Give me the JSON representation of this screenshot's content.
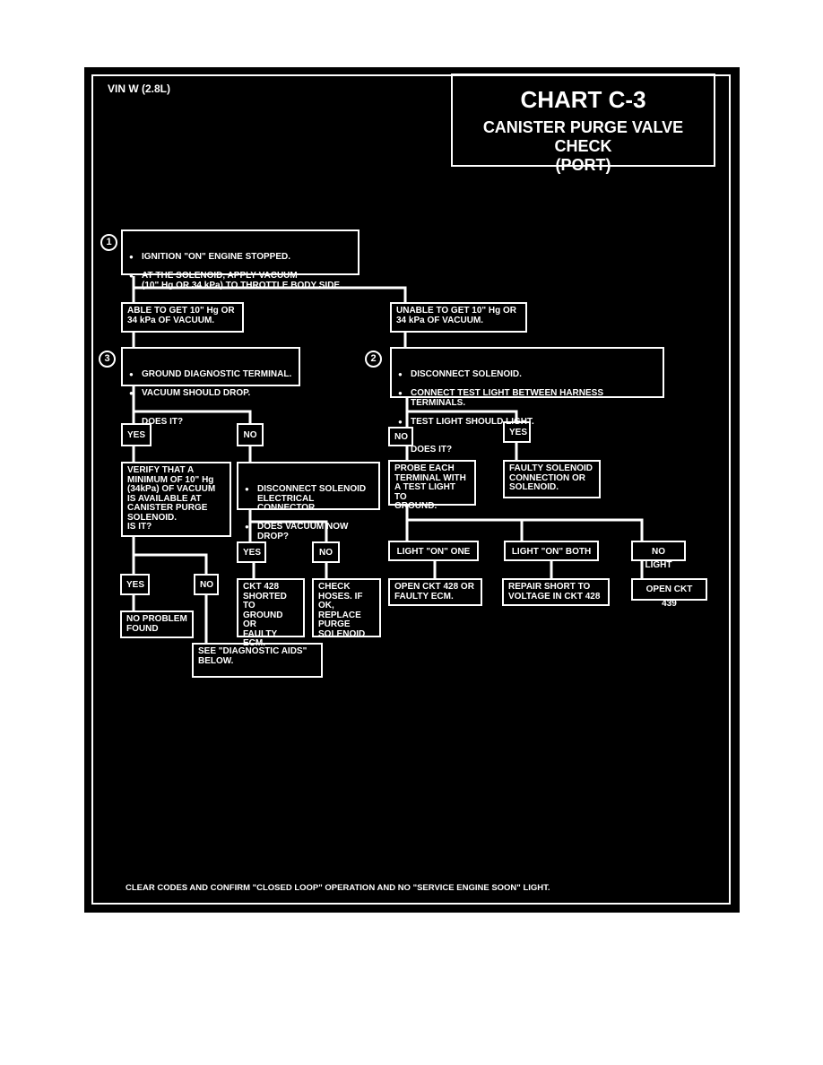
{
  "vin": "VIN W (2.8L)",
  "title": {
    "chart": "CHART C-3",
    "line1": "CANISTER PURGE VALVE CHECK",
    "line2": "(PORT)"
  },
  "steps": [
    "1",
    "2",
    "3"
  ],
  "start": {
    "items": [
      "IGNITION \"ON\" ENGINE STOPPED.",
      "AT THE SOLENOID, APPLY VACUUM\n(10\" Hg OR 34 kPa) TO THROTTLE BODY SIDE."
    ]
  },
  "able": "ABLE TO GET 10\" Hg OR\n34 kPa OF VACUUM.",
  "unable": "UNABLE TO GET 10\" Hg OR\n34 kPa OF VACUUM.",
  "ground": {
    "items": [
      "GROUND DIAGNOSTIC TERMINAL.",
      "VACUUM SHOULD DROP."
    ],
    "question": "DOES IT?"
  },
  "disconnect": {
    "items": [
      "DISCONNECT SOLENOID.",
      "CONNECT TEST LIGHT BETWEEN HARNESS TERMINALS.",
      "TEST LIGHT SHOULD LIGHT."
    ],
    "question": "DOES IT?"
  },
  "labels": {
    "yes": "YES",
    "no": "NO"
  },
  "verify": "VERIFY THAT A\nMINIMUM OF 10\" Hg\n(34kPa) OF VACUUM\nIS AVAILABLE AT\nCANISTER PURGE\nSOLENOID.\nIS IT?",
  "disconnect_connector": {
    "items": [
      "DISCONNECT SOLENOID\nELECTRICAL CONNECTOR.",
      "DOES VACUUM NOW\nDROP?"
    ]
  },
  "probe": "PROBE EACH\nTERMINAL WITH\nA TEST LIGHT TO\nGROUND.",
  "faulty_solenoid": "FAULTY SOLENOID\nCONNECTION OR\nSOLENOID.",
  "light_one": "LIGHT \"ON\" ONE",
  "light_both": "LIGHT \"ON\" BOTH",
  "no_light": "NO LIGHT",
  "open_428": "OPEN CKT 428 OR\nFAULTY ECM.",
  "repair_short": "REPAIR SHORT TO\nVOLTAGE IN CKT 428",
  "open_439": "OPEN CKT 439",
  "no_problem": "NO PROBLEM\nFOUND",
  "ckt428_short": "CKT 428\nSHORTED TO\nGROUND OR\nFAULTY\nECM.",
  "check_hoses": "CHECK\nHOSES. IF\nOK, REPLACE\nPURGE\nSOLENOID",
  "diagnostic_aids": "SEE \"DIAGNOSTIC AIDS\"\nBELOW.",
  "footer": "CLEAR CODES AND CONFIRM \"CLOSED LOOP\" OPERATION AND NO \"SERVICE ENGINE SOON\" LIGHT.",
  "colors": {
    "background": "#000000",
    "foreground": "#ffffff",
    "page": "#ffffff"
  }
}
